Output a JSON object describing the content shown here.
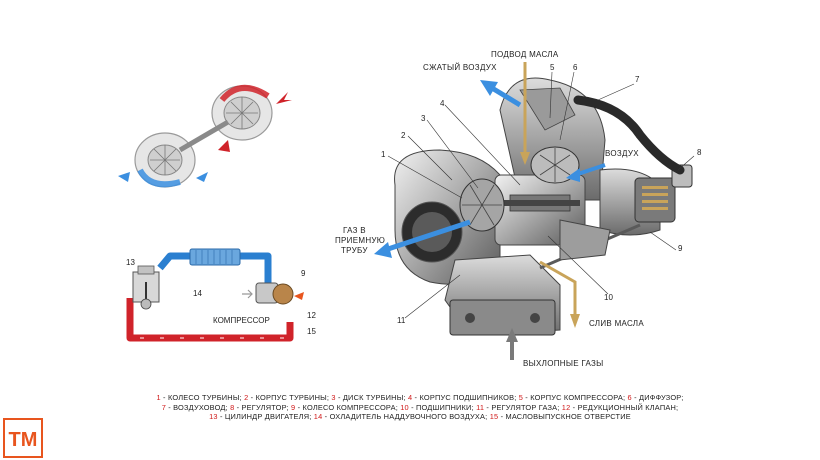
{
  "labels": {
    "oil_supply": "ПОДВОД МАСЛА",
    "compressed_air": "СЖАТЫЙ ВОЗДУХ",
    "air": "ВОЗДУХ",
    "gas_to_pipe": [
      "ГАЗ В",
      "ПРИЕМНУЮ",
      "ТРУБУ"
    ],
    "oil_drain": "СЛИВ МАСЛА",
    "exhaust": "ВЫХЛОПНЫЕ ГАЗЫ",
    "compressor": "КОМПРЕССОР"
  },
  "callouts": {
    "n1": "1",
    "n2": "2",
    "n3": "3",
    "n4": "4",
    "n5": "5",
    "n6": "6",
    "n7": "7",
    "n8": "8",
    "n9": "9",
    "n10": "10",
    "n11": "11",
    "s9": "9",
    "s12": "12",
    "s13": "13",
    "s14": "14",
    "s15": "15"
  },
  "legend": {
    "line1": [
      {
        "num": "1",
        "text": " - КОЛЕСО ТУРБИНЫ; "
      },
      {
        "num": "2",
        "text": " - КОРПУС ТУРБИНЫ; "
      },
      {
        "num": "3",
        "text": " - ДИСК ТУРБИНЫ; "
      },
      {
        "num": "4",
        "text": " - КОРПУС ПОДШИПНИКОВ; "
      },
      {
        "num": "5",
        "text": " - КОРПУС КОМПРЕССОРА; "
      },
      {
        "num": "6",
        "text": " - ДИФФУЗОР;"
      }
    ],
    "line2": [
      {
        "num": "7",
        "text": " - ВОЗДУХОВОД; "
      },
      {
        "num": "8",
        "text": " - РЕГУЛЯТОР; "
      },
      {
        "num": "9",
        "text": " - КОЛЕСО КОМПРЕССОРА; "
      },
      {
        "num": "10",
        "text": " - ПОДШИПНИКИ; "
      },
      {
        "num": "11",
        "text": " - РЕГУЛЯТОР ГАЗА; "
      },
      {
        "num": "12",
        "text": " - РЕДУКЦИОННЫЙ КЛАПАН;"
      }
    ],
    "line3": [
      {
        "num": "13",
        "text": " - ЦИЛИНДР ДВИГАТЕЛЯ; "
      },
      {
        "num": "14",
        "text": " - ОХЛАДИТЕЛЬ НАДДУВОЧНОГО ВОЗДУХА; "
      },
      {
        "num": "15",
        "text": " - МАСЛОВЫПУСКНОЕ ОТВЕРСТИЕ"
      }
    ]
  },
  "logo": {
    "text": "TM",
    "color": "#e8551e"
  },
  "colors": {
    "red": "#d0232a",
    "blue": "#2a7fd0",
    "oil": "#c9a45a",
    "arrow_blue": "#3b8fe0"
  }
}
